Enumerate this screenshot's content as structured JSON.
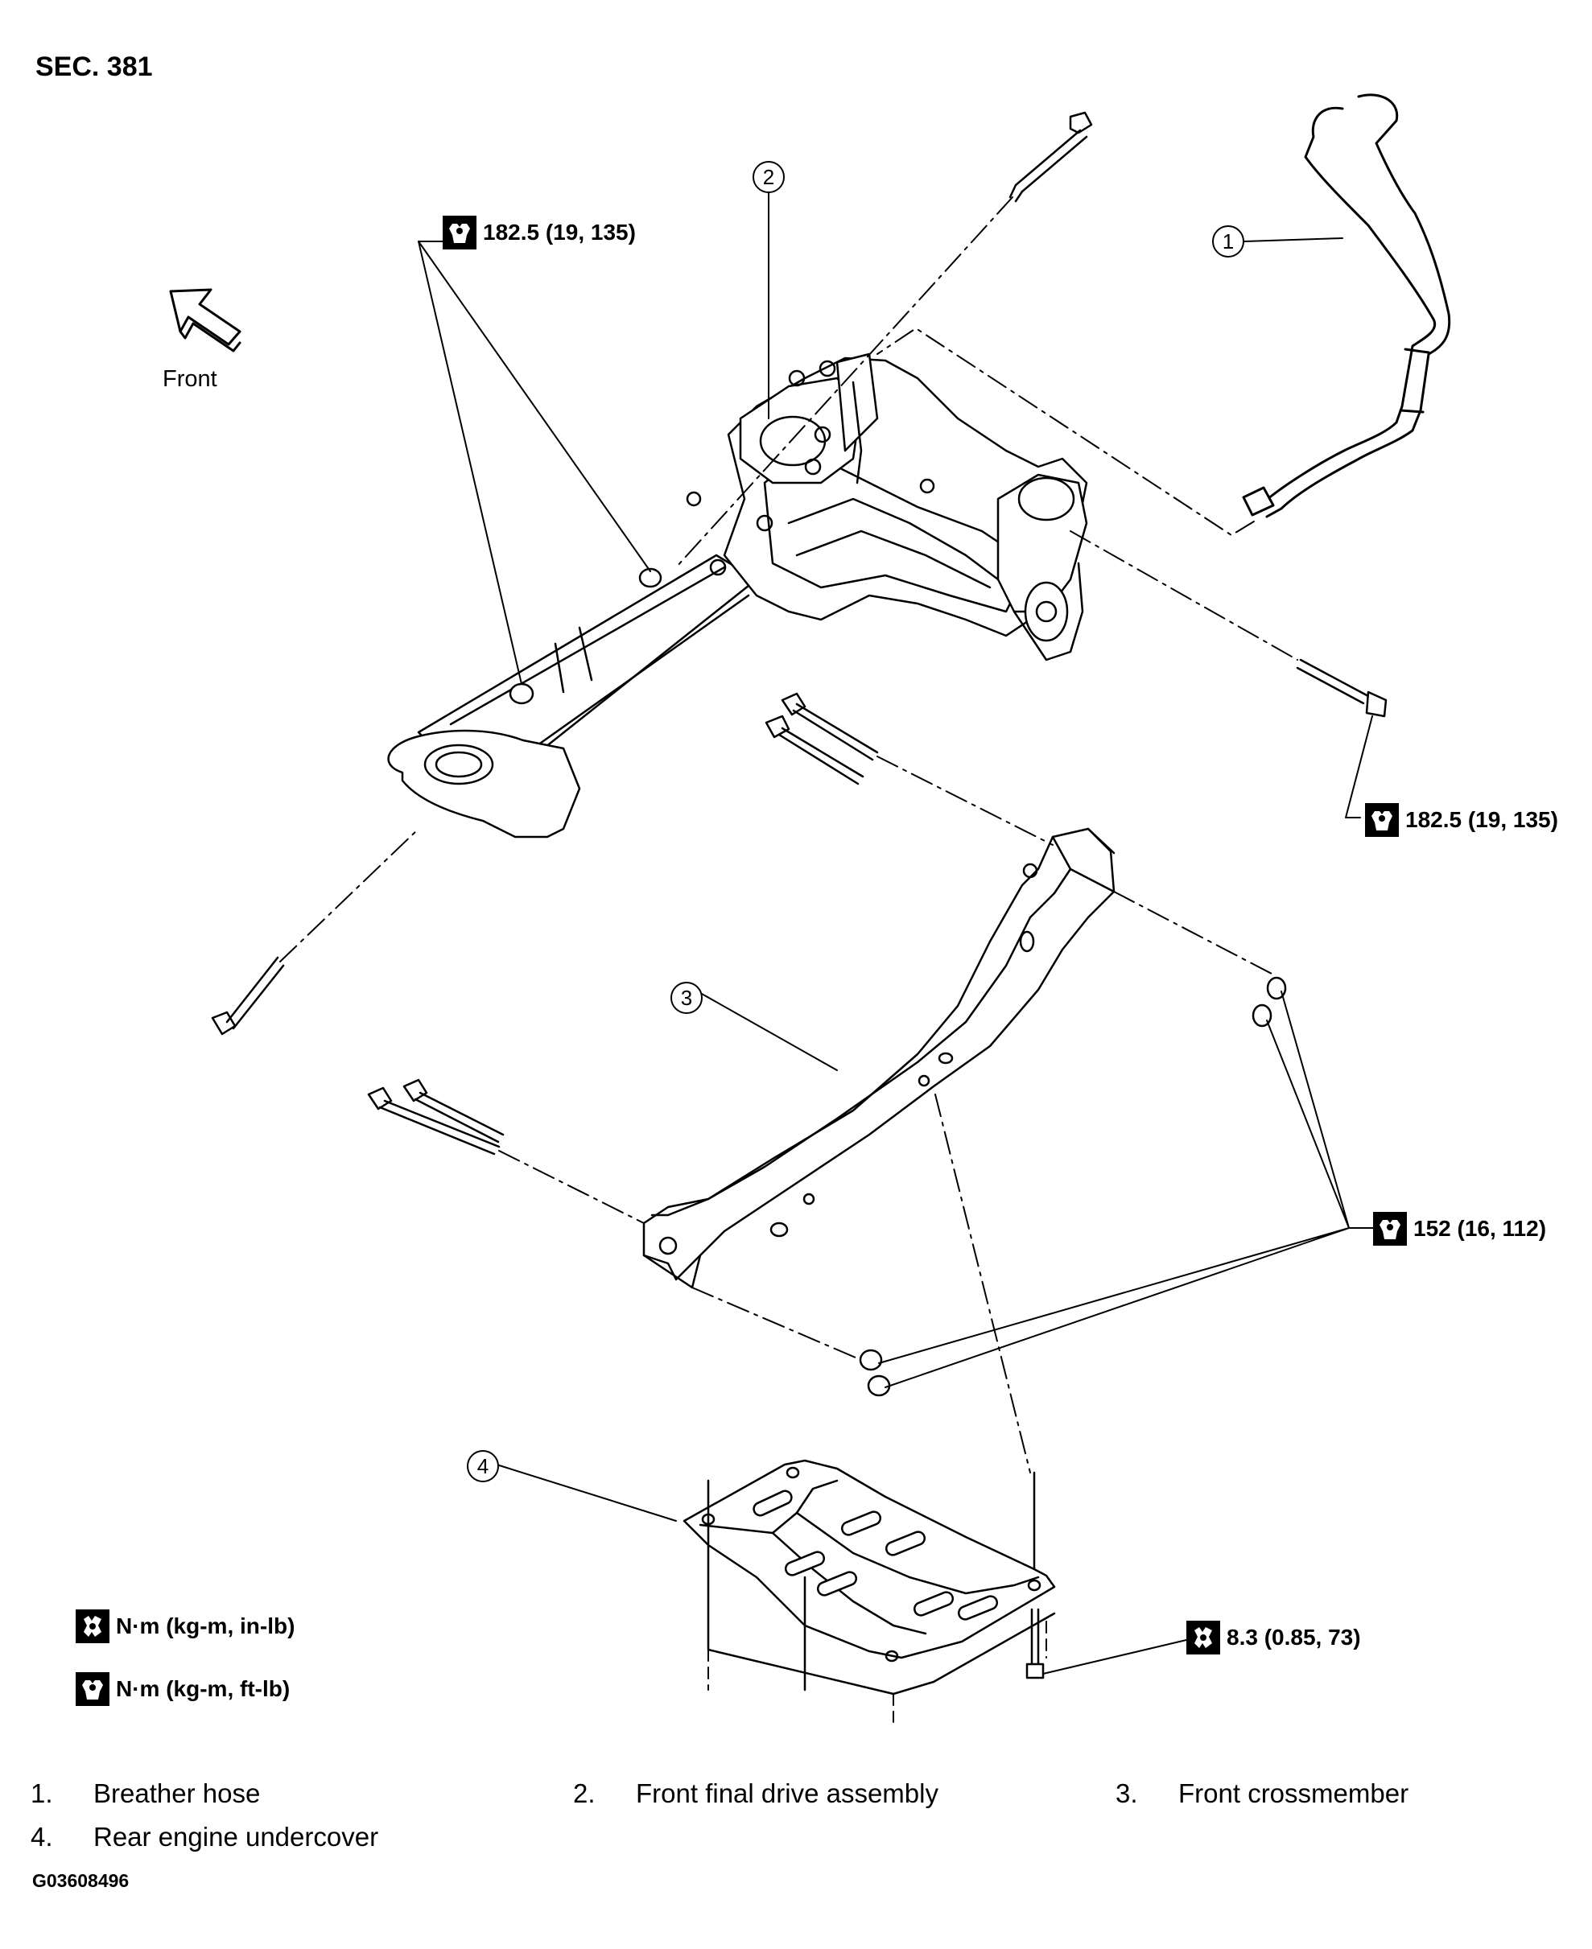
{
  "section": "SEC. 381",
  "front_label": "Front",
  "callouts": [
    "1",
    "2",
    "3",
    "4"
  ],
  "torques": {
    "upper_left": "182.5 (19, 135)",
    "right_mid": "182.5 (19, 135)",
    "crossmember": "152 (16, 112)",
    "undercover": "8.3 (0.85, 73)"
  },
  "units": {
    "in_lb": "N·m (kg-m, in-lb)",
    "ft_lb": "N·m (kg-m, ft-lb)"
  },
  "legend": [
    {
      "num": "1.",
      "label": "Breather hose"
    },
    {
      "num": "2.",
      "label": "Front final drive assembly"
    },
    {
      "num": "3.",
      "label": "Front crossmember"
    },
    {
      "num": "4.",
      "label": "Rear engine undercover"
    }
  ],
  "figure_id": "G03608496",
  "icons": [
    "wrench-icon",
    "front-arrow-icon"
  ]
}
